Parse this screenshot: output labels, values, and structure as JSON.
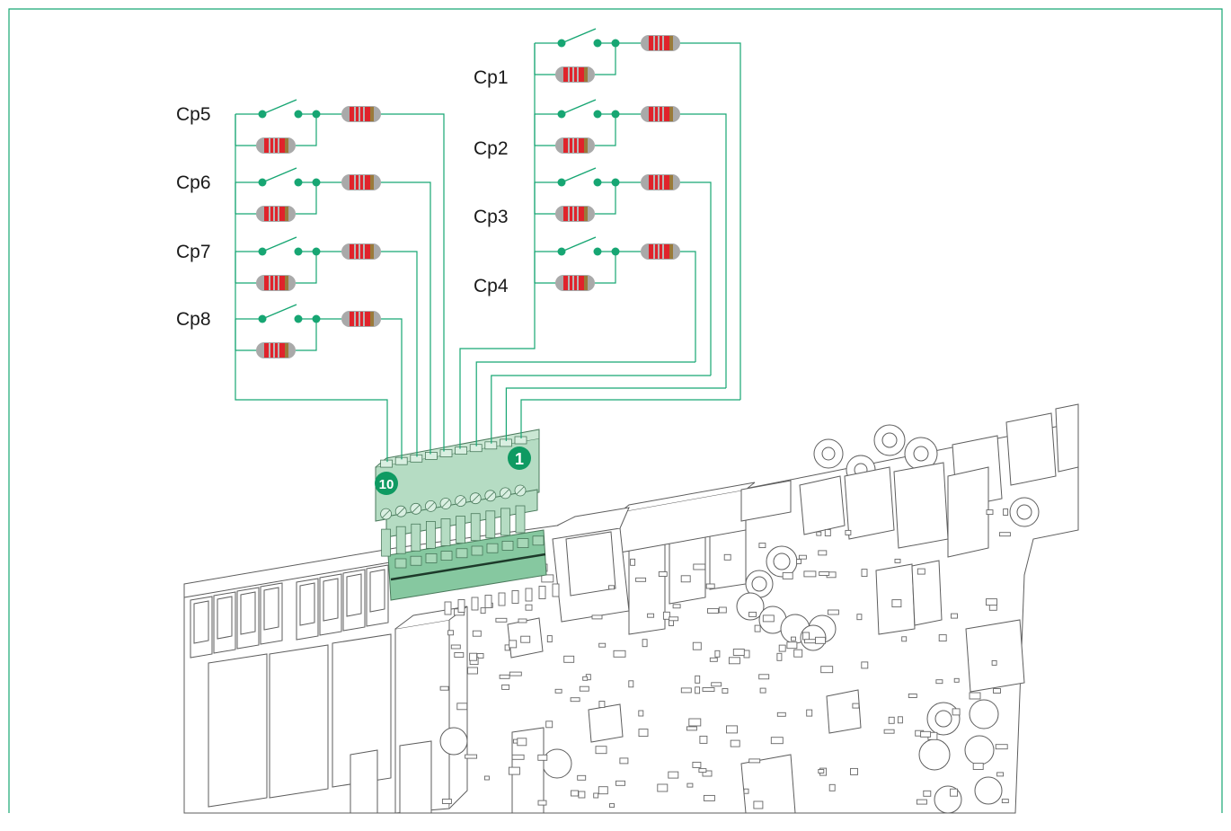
{
  "diagram": {
    "colors": {
      "wire": "#17a673",
      "resistor_body": "#a9a9a9",
      "resistor_band": "#e0232b",
      "resistor_band_end": "#9a7a3a",
      "terminal_block": "#b5dcc3",
      "header_connector": "#86c8a0",
      "badge": "#0f9a62",
      "border": "#17a673",
      "board_line": "#6a6a6a"
    },
    "circuits": [
      {
        "label": "Cp1"
      },
      {
        "label": "Cp2"
      },
      {
        "label": "Cp3"
      },
      {
        "label": "Cp4"
      },
      {
        "label": "Cp5"
      },
      {
        "label": "Cp6"
      },
      {
        "label": "Cp7"
      },
      {
        "label": "Cp8"
      }
    ],
    "terminal": {
      "pin_first": "1",
      "pin_last": "10"
    },
    "icons": [
      "switch-icon",
      "resistor-icon",
      "terminal-block-icon",
      "circuit-board-illustration"
    ]
  }
}
